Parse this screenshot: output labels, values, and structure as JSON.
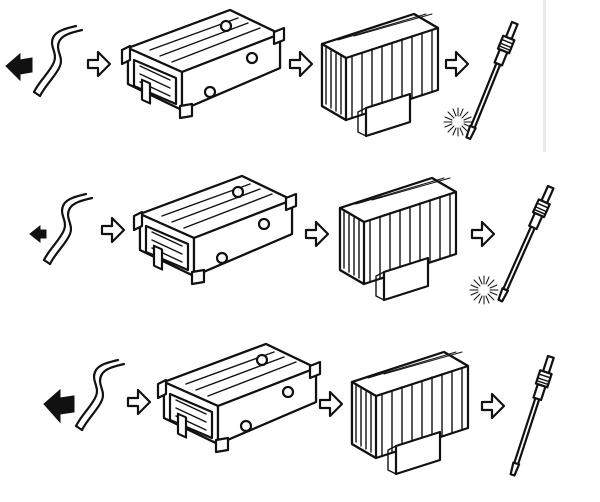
{
  "rows": [
    {
      "id": "row-1",
      "input_arrow": "large",
      "glow": true
    },
    {
      "id": "row-2",
      "input_arrow": "small",
      "glow": true
    },
    {
      "id": "row-3",
      "input_arrow": "large",
      "glow": false
    }
  ],
  "components": [
    "sensor-wire",
    "ecu",
    "relay",
    "glow-plug"
  ],
  "colors": {
    "ink": "#111111",
    "background": "#ffffff",
    "frame_edge": "#efe8e8"
  }
}
